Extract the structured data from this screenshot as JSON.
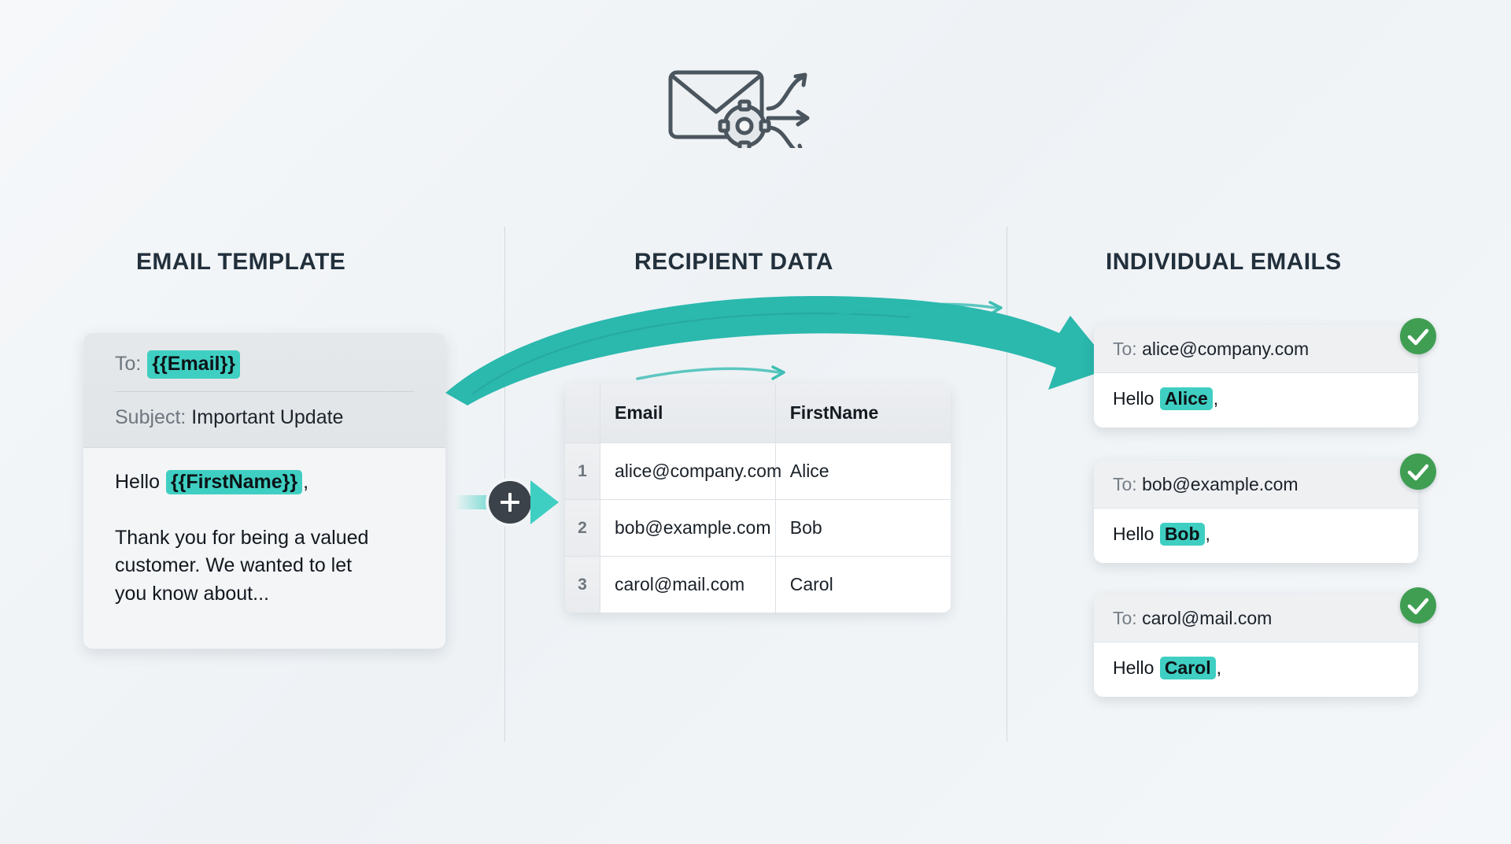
{
  "header": {
    "icon": "envelope-gear-arrows-icon"
  },
  "sections": {
    "template_title": "EMAIL TEMPLATE",
    "data_title": "RECIPIENT DATA",
    "output_title": "INDIVIDUAL EMAILS"
  },
  "template": {
    "to_label": "To:",
    "to_token": "{{Email}}",
    "subject_label": "Subject:",
    "subject_value": "Important Update",
    "greeting_prefix": "Hello",
    "greeting_token": "{{FirstName}}",
    "greeting_suffix": ",",
    "body_text": "Thank you for being a valued customer. We wanted to let you know about..."
  },
  "connector": {
    "icon": "plus-merge-icon",
    "label": "+"
  },
  "recipient_table": {
    "columns": [
      "",
      "Email",
      "FirstName"
    ],
    "rows": [
      {
        "num": "1",
        "email": "alice@company.com",
        "firstname": "Alice"
      },
      {
        "num": "2",
        "email": "bob@example.com",
        "firstname": "Bob"
      },
      {
        "num": "3",
        "email": "carol@mail.com",
        "firstname": "Carol"
      }
    ]
  },
  "output_emails": [
    {
      "to_label": "To:",
      "to_value": "alice@company.com",
      "greeting_prefix": "Hello",
      "greeting_name": "Alice",
      "greeting_suffix": ",",
      "status": "sent-check-icon"
    },
    {
      "to_label": "To:",
      "to_value": "bob@example.com",
      "greeting_prefix": "Hello",
      "greeting_name": "Bob",
      "greeting_suffix": ",",
      "status": "sent-check-icon"
    },
    {
      "to_label": "To:",
      "to_value": "carol@mail.com",
      "greeting_prefix": "Hello",
      "greeting_name": "Carol",
      "greeting_suffix": ",",
      "status": "sent-check-icon"
    }
  ],
  "colors": {
    "accent_teal": "#3fcfc2",
    "arrow_teal": "#2bb8ad",
    "success_green": "#3f9e52",
    "heading_navy": "#22303c",
    "background": "#eef2f5"
  }
}
